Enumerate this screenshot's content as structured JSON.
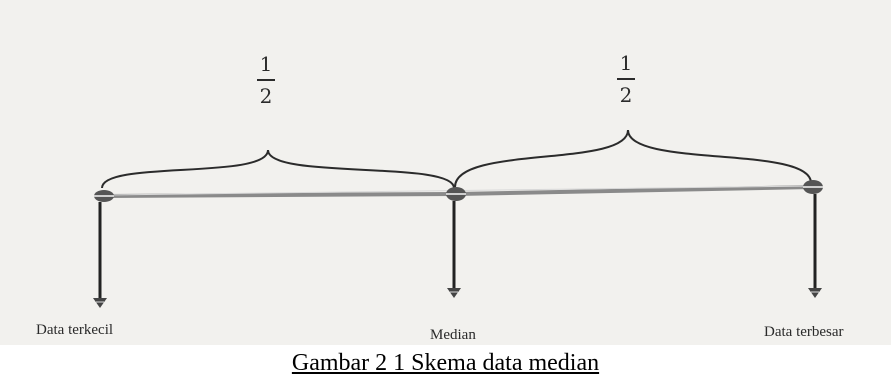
{
  "diagram": {
    "left_fraction": {
      "numerator": "1",
      "denominator": "2"
    },
    "right_fraction": {
      "numerator": "1",
      "denominator": "2"
    },
    "labels": {
      "min": "Data terkecil",
      "median": "Median",
      "max": "Data terbesar"
    }
  },
  "caption": "Gambar 2 1 Skema data median"
}
